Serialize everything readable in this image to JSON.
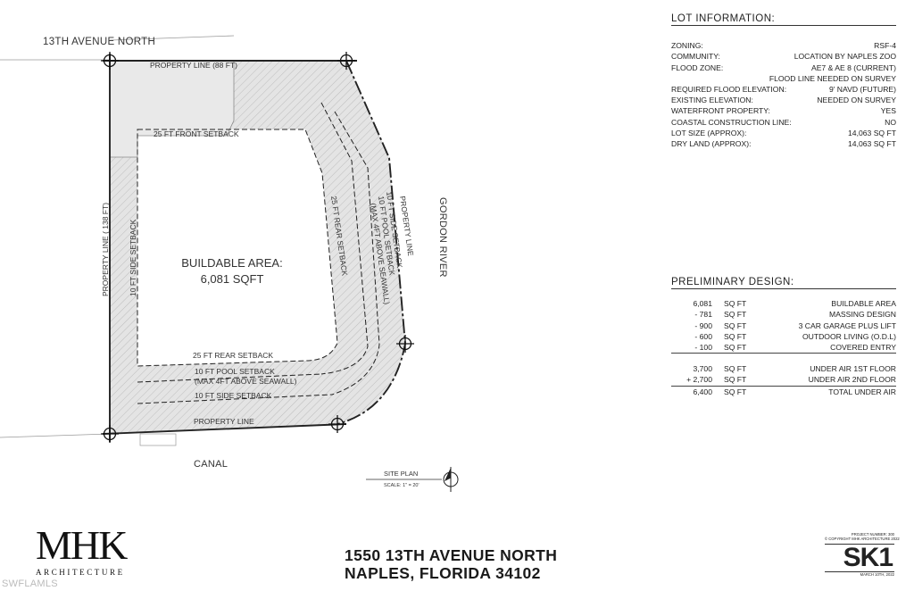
{
  "plan": {
    "street": "13TH AVENUE NORTH",
    "property_line_front": "PROPERTY LINE (88 FT)",
    "front_setback": "25 FT FRONT SETBACK",
    "property_line_left": "PROPERTY LINE ( 138 FT)",
    "side_setback_left": "10 FT SIDE SETBACK",
    "buildable_title": "BUILDABLE AREA:",
    "buildable_value": "6,081 SQFT",
    "rear_setback_angled": "25 FT REAR SETBACK",
    "side_setback_angled": "10 FT SIDE SETBACK",
    "pool_setback_angled_1": "10 FT POOL SETBACK",
    "pool_setback_angled_2": "(MAX 4FT ABOVE SEAWALL)",
    "property_line_right": "PROPERTY LINE",
    "river": "GORDON RIVER",
    "rear_setback_bottom": "25 FT REAR SETBACK",
    "pool_setback_bottom_1": "10 FT POOL SETBACK",
    "pool_setback_bottom_2": "(MAX 4FT ABOVE SEAWALL)",
    "side_setback_bottom": "10 FT SIDE SETBACK",
    "property_line_bottom": "PROPERTY LINE",
    "canal": "CANAL",
    "site_plan_label": "SITE PLAN",
    "scale_label": "SCALE: 1\" = 20'"
  },
  "lot_info": {
    "title": "LOT INFORMATION:",
    "rows": [
      {
        "label": "ZONING:",
        "value": "RSF-4"
      },
      {
        "label": "COMMUNITY:",
        "value": "LOCATION BY NAPLES ZOO"
      },
      {
        "label": "FLOOD ZONE:",
        "value": "AE7 & AE 8 (CURRENT)"
      },
      {
        "label": "",
        "value": "FLOOD LINE NEEDED ON SURVEY"
      },
      {
        "label": "REQUIRED FLOOD ELEVATION:",
        "value": "9' NAVD (FUTURE)"
      },
      {
        "label": "EXISTING ELEVATION:",
        "value": "NEEDED ON SURVEY"
      },
      {
        "label": "WATERFRONT PROPERTY:",
        "value": "YES"
      },
      {
        "label": "COASTAL CONSTRUCTION LINE:",
        "value": "NO"
      },
      {
        "label": "LOT SIZE (APPROX):",
        "value": "14,063 SQ FT"
      },
      {
        "label": "DRY LAND (APPROX):",
        "value": "14,063 SQ FT"
      }
    ]
  },
  "design": {
    "title": "PRELIMINARY DESIGN:",
    "rows": [
      {
        "value": "6,081",
        "unit": "SQ FT",
        "desc": "BUILDABLE AREA"
      },
      {
        "value": "- 781",
        "unit": "SQ FT",
        "desc": "MASSING DESIGN"
      },
      {
        "value": "- 900",
        "unit": "SQ FT",
        "desc": "3 CAR GARAGE PLUS LIFT"
      },
      {
        "value": "- 600",
        "unit": "SQ FT",
        "desc": "OUTDOOR LIVING (O.D.L)"
      },
      {
        "value": "- 100",
        "unit": "SQ FT",
        "desc": "COVERED ENTRY"
      },
      {
        "value": "3,700",
        "unit": "SQ FT",
        "desc": "UNDER AIR 1ST FLOOR"
      },
      {
        "value": "+ 2,700",
        "unit": "SQ FT",
        "desc": "UNDER AIR 2ND FLOOR"
      },
      {
        "value": "6,400",
        "unit": "SQ FT",
        "desc": "TOTAL UNDER AIR"
      }
    ]
  },
  "logo": {
    "main": "MHK",
    "sub": "ARCHITECTURE"
  },
  "address": {
    "line1": "1550 13TH AVENUE NORTH",
    "line2": "NAPLES, FLORIDA 34102"
  },
  "sheet": {
    "project_number": "PROJECT NUMBER: 300",
    "copyright": "© COPYRIGHT MHK ARCHITECTURE 2022",
    "number": "SK1",
    "date": "MARCH 10TH, 2022"
  },
  "watermark": "SWFLAMLS"
}
